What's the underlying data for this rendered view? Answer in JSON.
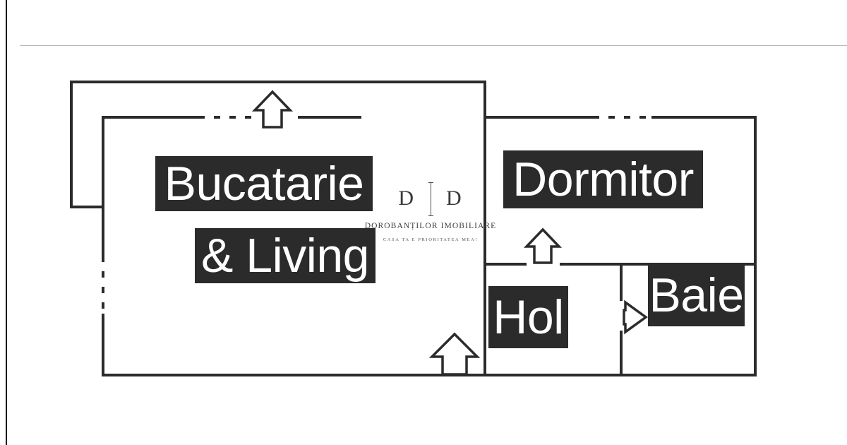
{
  "page": {
    "background_color": "#ffffff",
    "edge_line_color": "#1a1a1a",
    "rule_color": "#b9b9b9"
  },
  "plan": {
    "title": "Floor plan",
    "wall_color": "#2b2b2b",
    "label_chip_bg": "#2b2b2b",
    "label_chip_text_color": "#ffffff",
    "rooms": [
      {
        "key": "bucatarie_living",
        "label_line1": "Bucatarie",
        "label_line2": "& Living"
      },
      {
        "key": "dormitor",
        "label": "Dormitor"
      },
      {
        "key": "hol",
        "label": "Hol"
      },
      {
        "key": "baie",
        "label": "Baie"
      }
    ],
    "markers": [
      {
        "name": "arrow-up-balcony",
        "direction": "up"
      },
      {
        "name": "arrow-up-dormitor",
        "direction": "up"
      },
      {
        "name": "arrow-up-entrance",
        "direction": "up"
      },
      {
        "name": "arrow-right-baie",
        "direction": "right"
      }
    ]
  },
  "watermark": {
    "mark_left": "D",
    "mark_right": "D",
    "name": "DOROBANȚILOR IMOBILIARE",
    "tagline": "CASA TA E PRIORITATEA MEA!"
  }
}
